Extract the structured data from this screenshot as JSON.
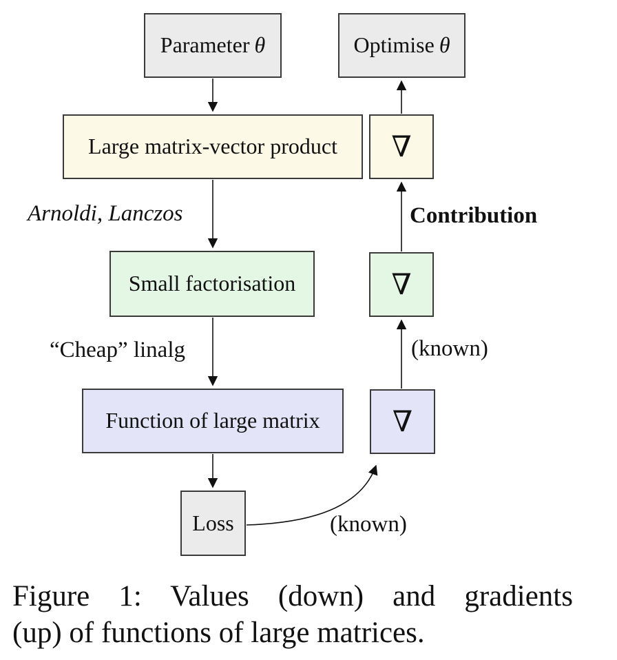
{
  "figure": {
    "nodes": {
      "parameter": {
        "prefix": "Parameter",
        "theta": "θ"
      },
      "optimise": {
        "prefix": "Optimise",
        "theta": "θ"
      },
      "large_mvp": "Large matrix-vector product",
      "small_factorisation": "Small factorisation",
      "function_of_large_matrix": "Function of large matrix",
      "loss": "Loss",
      "gradient_symbol": "∇"
    },
    "edge_labels": {
      "arnoldi_lanczos": "Arnoldi, Lanczos",
      "cheap_linalg": "“Cheap” linalg",
      "contribution": "Contribution",
      "known_upper": "(known)",
      "known_lower": "(known)"
    },
    "colors": {
      "node_gray": "#ebebeb",
      "node_cream": "#fcfae6",
      "node_green": "#e4f6e4",
      "node_lavender": "#e4e4f8",
      "node_border": "#3a3a3a",
      "arrow": "#111111"
    },
    "flow_direction_note": "values flow down left column, gradients flow up right column"
  },
  "caption": {
    "line1": "Figure 1: Values (down) and gradients",
    "line2": "(up) of functions of large matrices."
  }
}
